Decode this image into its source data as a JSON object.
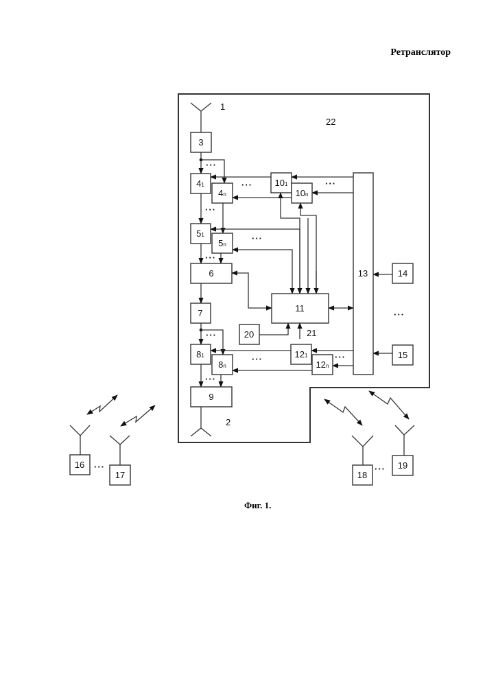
{
  "header": {
    "title": "Ретранслятор"
  },
  "caption": "Фиг. 1.",
  "labels": {
    "antenna_in": "1",
    "antenna_out": "2",
    "housing": "22",
    "input_21": "21",
    "ellipsis": "···"
  },
  "blocks": {
    "b3": {
      "num": "3",
      "sub": ""
    },
    "b4_1": {
      "num": "4",
      "sub": "1"
    },
    "b4_n": {
      "num": "4",
      "sub": "n"
    },
    "b5_1": {
      "num": "5",
      "sub": "1"
    },
    "b5_n": {
      "num": "5",
      "sub": "n"
    },
    "b6": {
      "num": "6",
      "sub": ""
    },
    "b7": {
      "num": "7",
      "sub": ""
    },
    "b8_1": {
      "num": "8",
      "sub": "1"
    },
    "b8_n": {
      "num": "8",
      "sub": "n"
    },
    "b9": {
      "num": "9",
      "sub": ""
    },
    "b10_1": {
      "num": "10",
      "sub": "1"
    },
    "b10_n": {
      "num": "10",
      "sub": "n"
    },
    "b11": {
      "num": "11",
      "sub": ""
    },
    "b12_1": {
      "num": "12",
      "sub": "1"
    },
    "b12_n": {
      "num": "12",
      "sub": "n"
    },
    "b13": {
      "num": "13",
      "sub": ""
    },
    "b14": {
      "num": "14",
      "sub": ""
    },
    "b15": {
      "num": "15",
      "sub": ""
    },
    "b16": {
      "num": "16",
      "sub": ""
    },
    "b17": {
      "num": "17",
      "sub": ""
    },
    "b18": {
      "num": "18",
      "sub": ""
    },
    "b19": {
      "num": "19",
      "sub": ""
    },
    "b20": {
      "num": "20",
      "sub": ""
    }
  }
}
